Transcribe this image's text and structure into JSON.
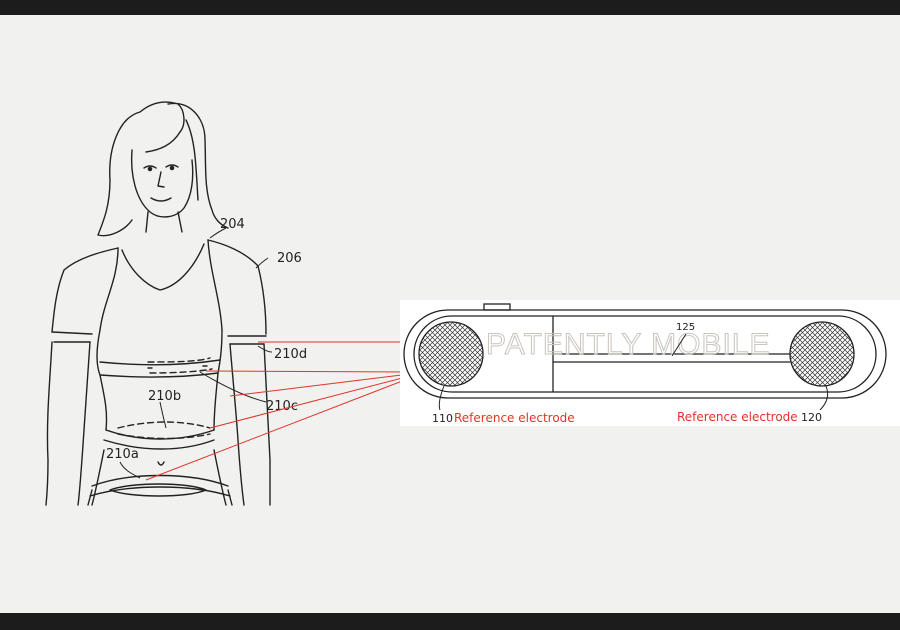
{
  "labels": {
    "garment": "204",
    "sleeve": "206",
    "arm_electrode": "210d",
    "side_electrode": "210c",
    "chest_electrode": "210b",
    "waist_electrode": "210a",
    "strip_ref": "125",
    "left_electrode_num": "110",
    "right_electrode_num": "120",
    "left_electrode_caption": "Reference electrode",
    "right_electrode_caption": "Reference electrode"
  },
  "watermark": "PATENTLY MOBILE",
  "colors": {
    "frame": "#1c1c1c",
    "background": "#f1f1f0",
    "line": "#222222",
    "callout": "#e0342a",
    "electrode_panel": "#ffffff"
  }
}
